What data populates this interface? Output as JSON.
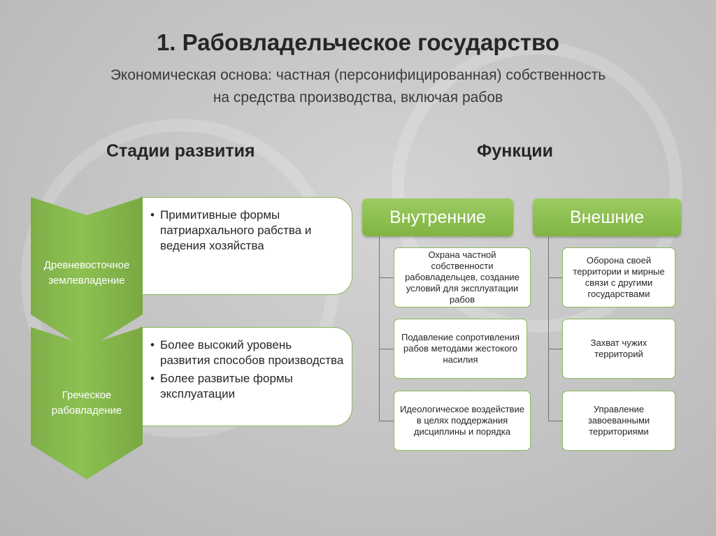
{
  "title": "1. Рабовладельческое государство",
  "subtitle": {
    "line1": "Экономическая основа: частная (персонифицированная) собственность",
    "line2": "на средства производства, включая рабов"
  },
  "stages": {
    "heading": "Стадии развития",
    "items": [
      {
        "label_line1": "Древневосточное",
        "label_line2": "землевладение",
        "bullets": [
          "Примитивные формы патриархального рабства и ведения хозяйства"
        ]
      },
      {
        "label_line1": "Греческое",
        "label_line2": "рабовладение",
        "bullets": [
          "Более высокий уровень развития способов производства",
          "Более развитые формы эксплуатации"
        ]
      }
    ]
  },
  "functions": {
    "heading": "Функции",
    "internal": {
      "label": "Внутренние",
      "items": [
        "Охрана частной собственности рабовладельцев, создание условий для эксплуатации рабов",
        "Подавление сопротивления рабов методами жестокого насилия",
        "Идеологическое воздействие в целях поддержания дисциплины и порядка"
      ]
    },
    "external": {
      "label": "Внешние",
      "items": [
        "Оборона своей территории и мирные связи с другими государствами",
        "Захват чужих территорий",
        "Управление завоеванными территориями"
      ]
    }
  }
}
